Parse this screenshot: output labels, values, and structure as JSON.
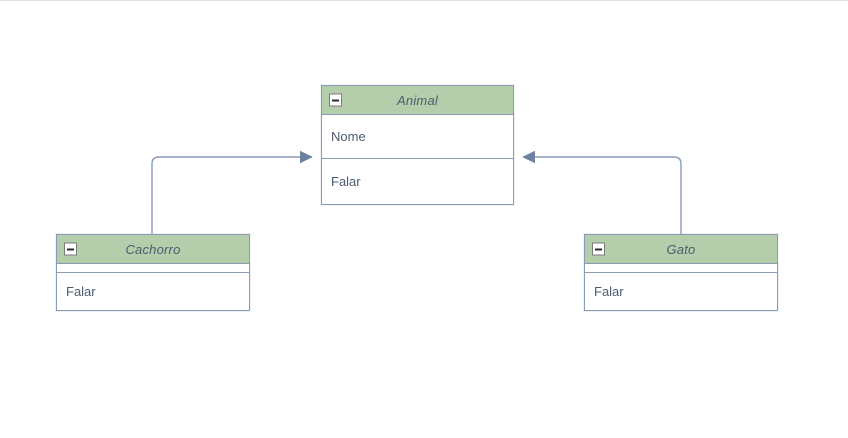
{
  "diagram": {
    "type": "uml-class-diagram",
    "title": "",
    "background_color": "#ffffff",
    "palette": {
      "header_fill": "#b4cdab",
      "node_border": "#8a9bb5",
      "node_fill": "#ffffff",
      "text": "#4d5c70",
      "edge": "#8a9bb5",
      "top_rule": "#e2e2e2"
    },
    "classes": [
      {
        "id": "animal",
        "name": "Animal",
        "collapse_icon": "collapse-minus-icon",
        "attributes": [
          "Nome"
        ],
        "operations": [
          "Falar"
        ]
      },
      {
        "id": "cachorro",
        "name": "Cachorro",
        "collapse_icon": "collapse-minus-icon",
        "attributes": [],
        "operations": [
          "Falar"
        ]
      },
      {
        "id": "gato",
        "name": "Gato",
        "collapse_icon": "collapse-minus-icon",
        "attributes": [],
        "operations": [
          "Falar"
        ]
      }
    ],
    "relationships": [
      {
        "id": "cachorro-to-animal",
        "kind": "generalization",
        "from": "Cachorro",
        "to": "Animal",
        "arrow": "filled-arrowhead",
        "label": ""
      },
      {
        "id": "gato-to-animal",
        "kind": "generalization",
        "from": "Gato",
        "to": "Animal",
        "arrow": "filled-arrowhead",
        "label": ""
      }
    ]
  }
}
